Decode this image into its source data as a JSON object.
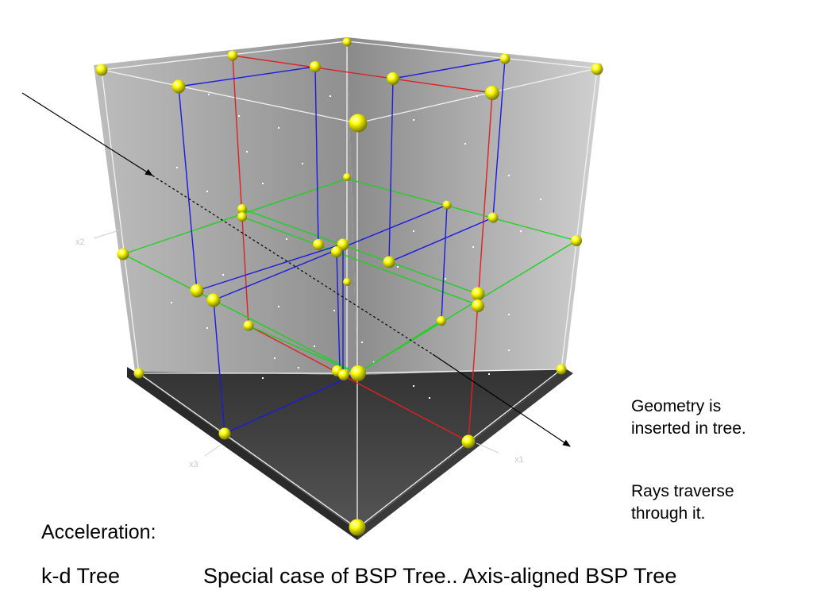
{
  "axes": {
    "x1": "x1",
    "x2": "x2",
    "x3": "x3"
  },
  "notes": {
    "geometry": [
      "Geometry is",
      "inserted in tree."
    ],
    "rays": [
      "Rays traverse",
      "through it."
    ]
  },
  "heading": "Acceleration:",
  "term": "k-d Tree",
  "definition": "Special case of BSP Tree.. Axis-aligned BSP Tree",
  "colors": {
    "split_x1": "#e02020",
    "split_x2": "#20d020",
    "split_x3": "#1a1ae0",
    "node_sphere": "#ffff00",
    "floor": "#4a4a4a"
  }
}
